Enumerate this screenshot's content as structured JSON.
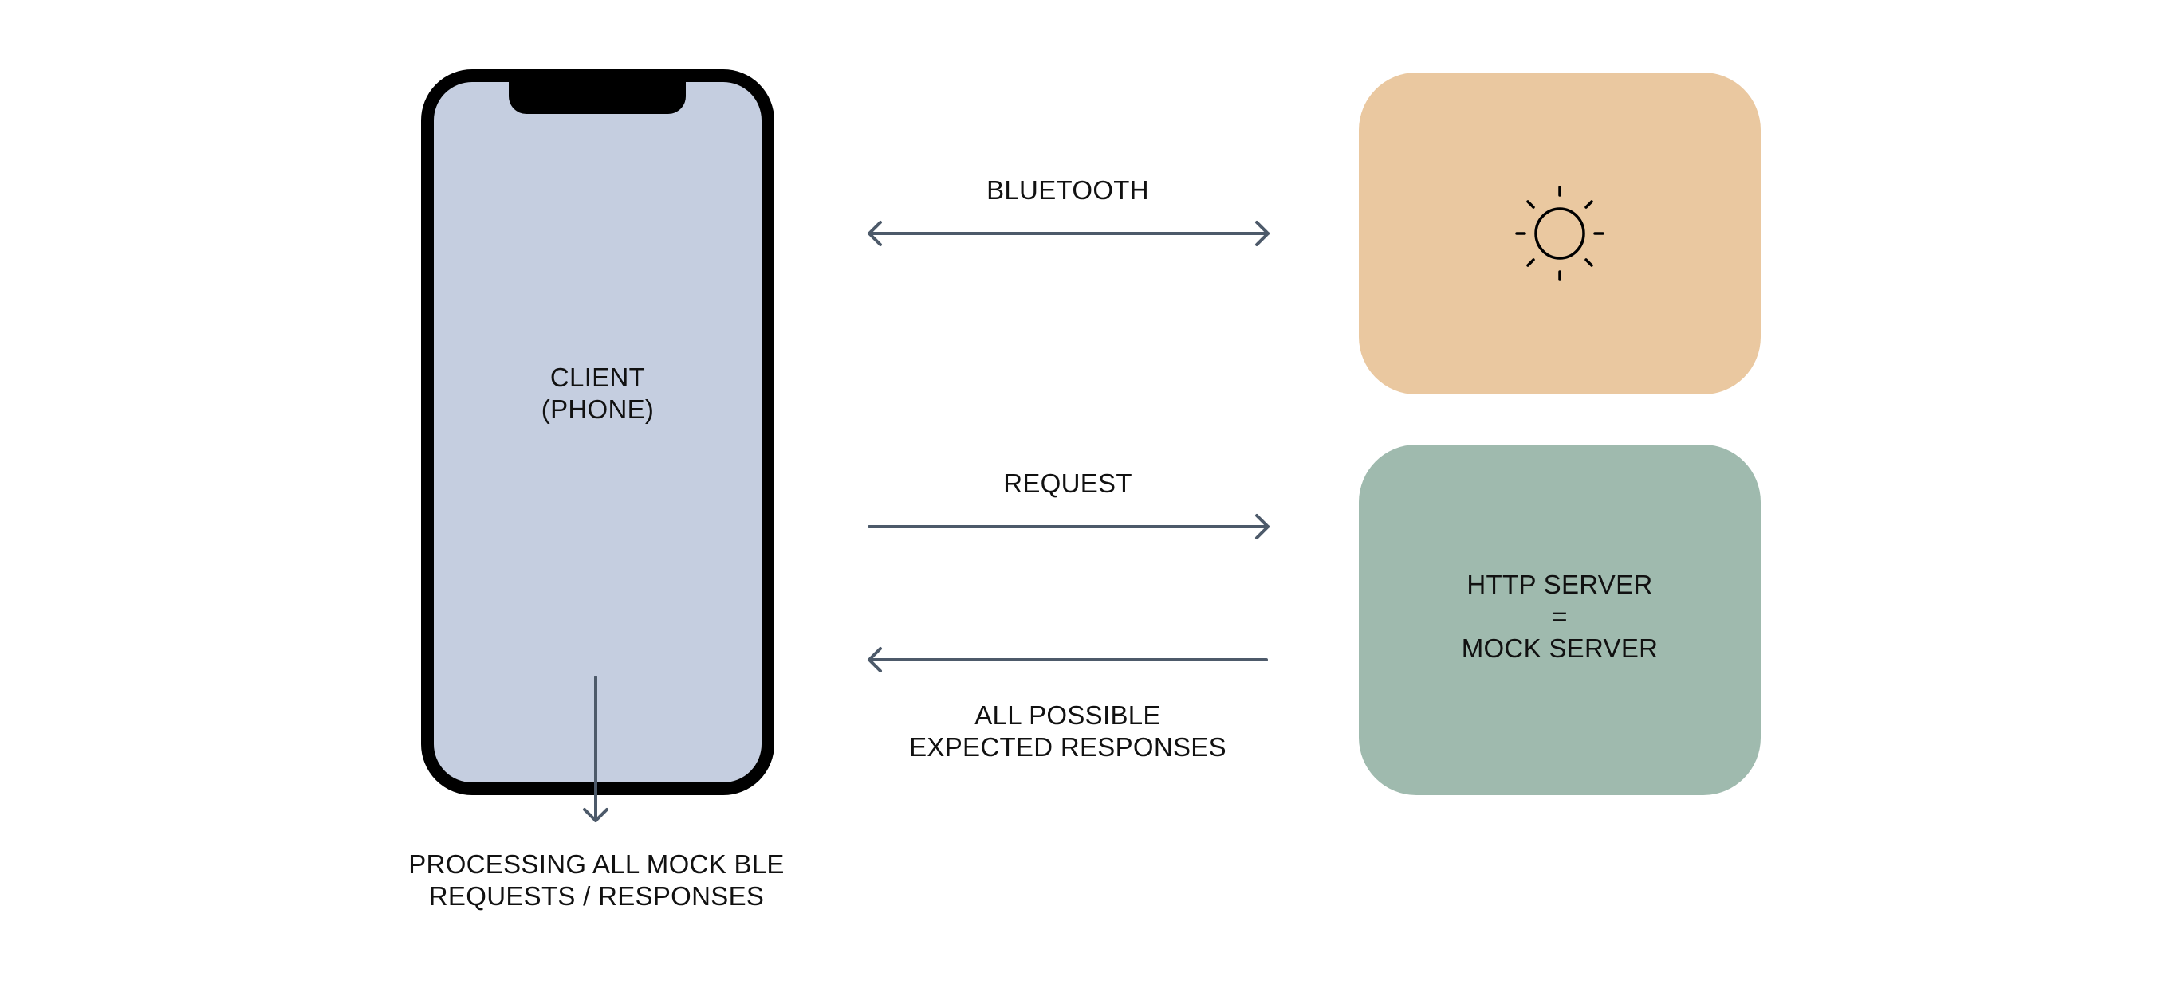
{
  "diagram": {
    "client": {
      "title_line1": "CLIENT",
      "title_line2": "(PHONE)",
      "fill_color": "#c5cee0",
      "frame_color": "#000000"
    },
    "peripheral": {
      "icon": "sun-icon",
      "fill_color": "#eac8a0"
    },
    "server": {
      "line1": "HTTP SERVER",
      "line2": "=",
      "line3": "MOCK SERVER",
      "fill_color": "#9fbaae"
    },
    "connections": {
      "bluetooth": {
        "label": "BLUETOOTH",
        "direction": "bidirectional"
      },
      "request": {
        "label": "REQUEST",
        "direction": "client-to-server"
      },
      "responses": {
        "label_line1": "ALL POSSIBLE",
        "label_line2": "EXPECTED RESPONSES",
        "direction": "server-to-client"
      },
      "processing": {
        "label_line1": "PROCESSING ALL MOCK BLE",
        "label_line2": "REQUESTS / RESPONSES",
        "direction": "downward"
      }
    },
    "arrow_color": "#4d5a6a"
  }
}
